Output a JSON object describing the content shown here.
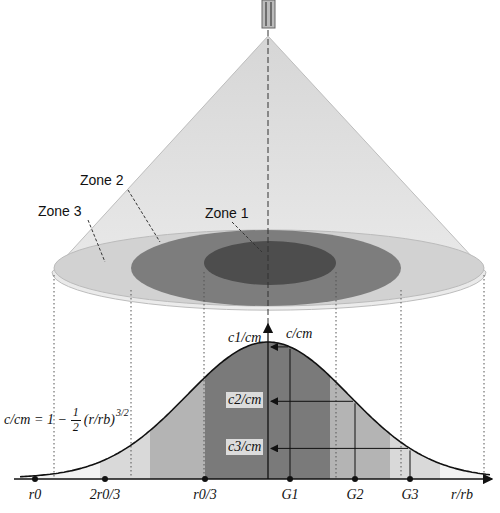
{
  "diagram": {
    "labels": [
      "Zone 1",
      "Zone 2",
      "Zone 3",
      "c1/cm",
      "c/cm",
      "c2/cm",
      "c3/cm",
      "c/cm = 1 −",
      "1",
      "2",
      "(r/rb)",
      "3/2",
      "r0",
      "2r0/3",
      "r0/3",
      "G1",
      "G2",
      "G3",
      "r/rb"
    ]
  }
}
